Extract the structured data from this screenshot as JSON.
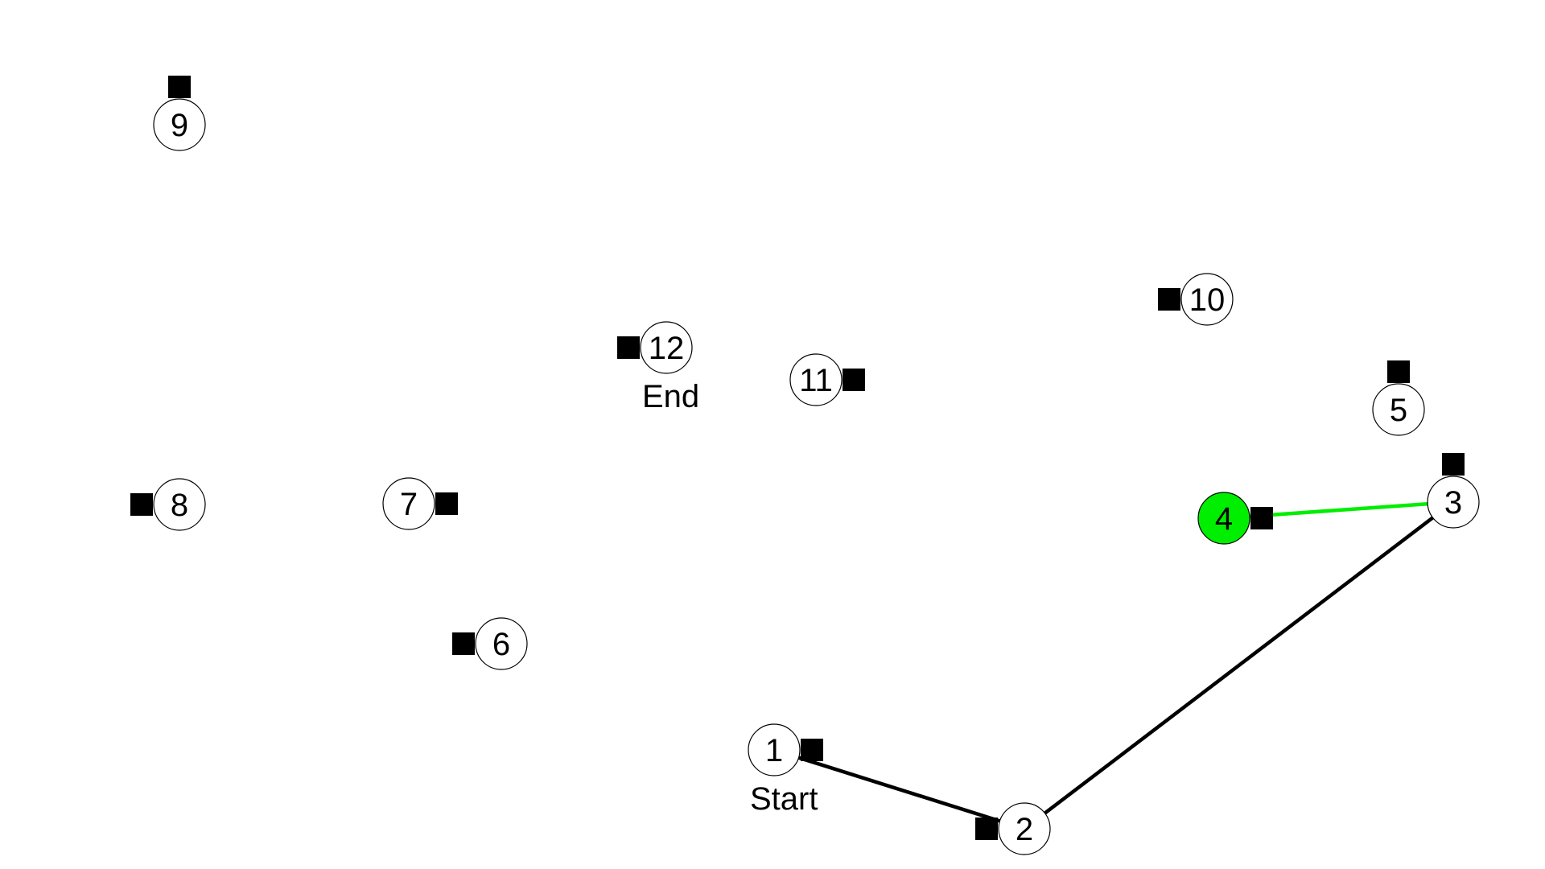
{
  "colors": {
    "background": "#ffffff",
    "node_fill": "#ffffff",
    "active_node_fill": "#00ee00",
    "completed_line": "#000000",
    "current_line": "#00ee00",
    "handle": "#000000"
  },
  "nodes": [
    {
      "id": "1",
      "label": "1",
      "tag": "Start",
      "state": "visited",
      "handle_side": "right"
    },
    {
      "id": "2",
      "label": "2",
      "state": "visited",
      "handle_side": "left"
    },
    {
      "id": "3",
      "label": "3",
      "state": "visited",
      "handle_side": "top"
    },
    {
      "id": "4",
      "label": "4",
      "state": "active",
      "handle_side": "right"
    },
    {
      "id": "5",
      "label": "5",
      "state": "unvisited",
      "handle_side": "top"
    },
    {
      "id": "6",
      "label": "6",
      "state": "unvisited",
      "handle_side": "left"
    },
    {
      "id": "7",
      "label": "7",
      "state": "unvisited",
      "handle_side": "right"
    },
    {
      "id": "8",
      "label": "8",
      "state": "unvisited",
      "handle_side": "left"
    },
    {
      "id": "9",
      "label": "9",
      "state": "unvisited",
      "handle_side": "top"
    },
    {
      "id": "10",
      "label": "10",
      "state": "unvisited",
      "handle_side": "left"
    },
    {
      "id": "11",
      "label": "11",
      "state": "unvisited",
      "handle_side": "right"
    },
    {
      "id": "12",
      "label": "12",
      "tag": "End",
      "state": "unvisited",
      "handle_side": "left"
    }
  ],
  "path": [
    {
      "from": "1",
      "to": "2",
      "style": "completed"
    },
    {
      "from": "2",
      "to": "3",
      "style": "completed"
    },
    {
      "from": "3",
      "to": "4",
      "style": "current"
    }
  ]
}
